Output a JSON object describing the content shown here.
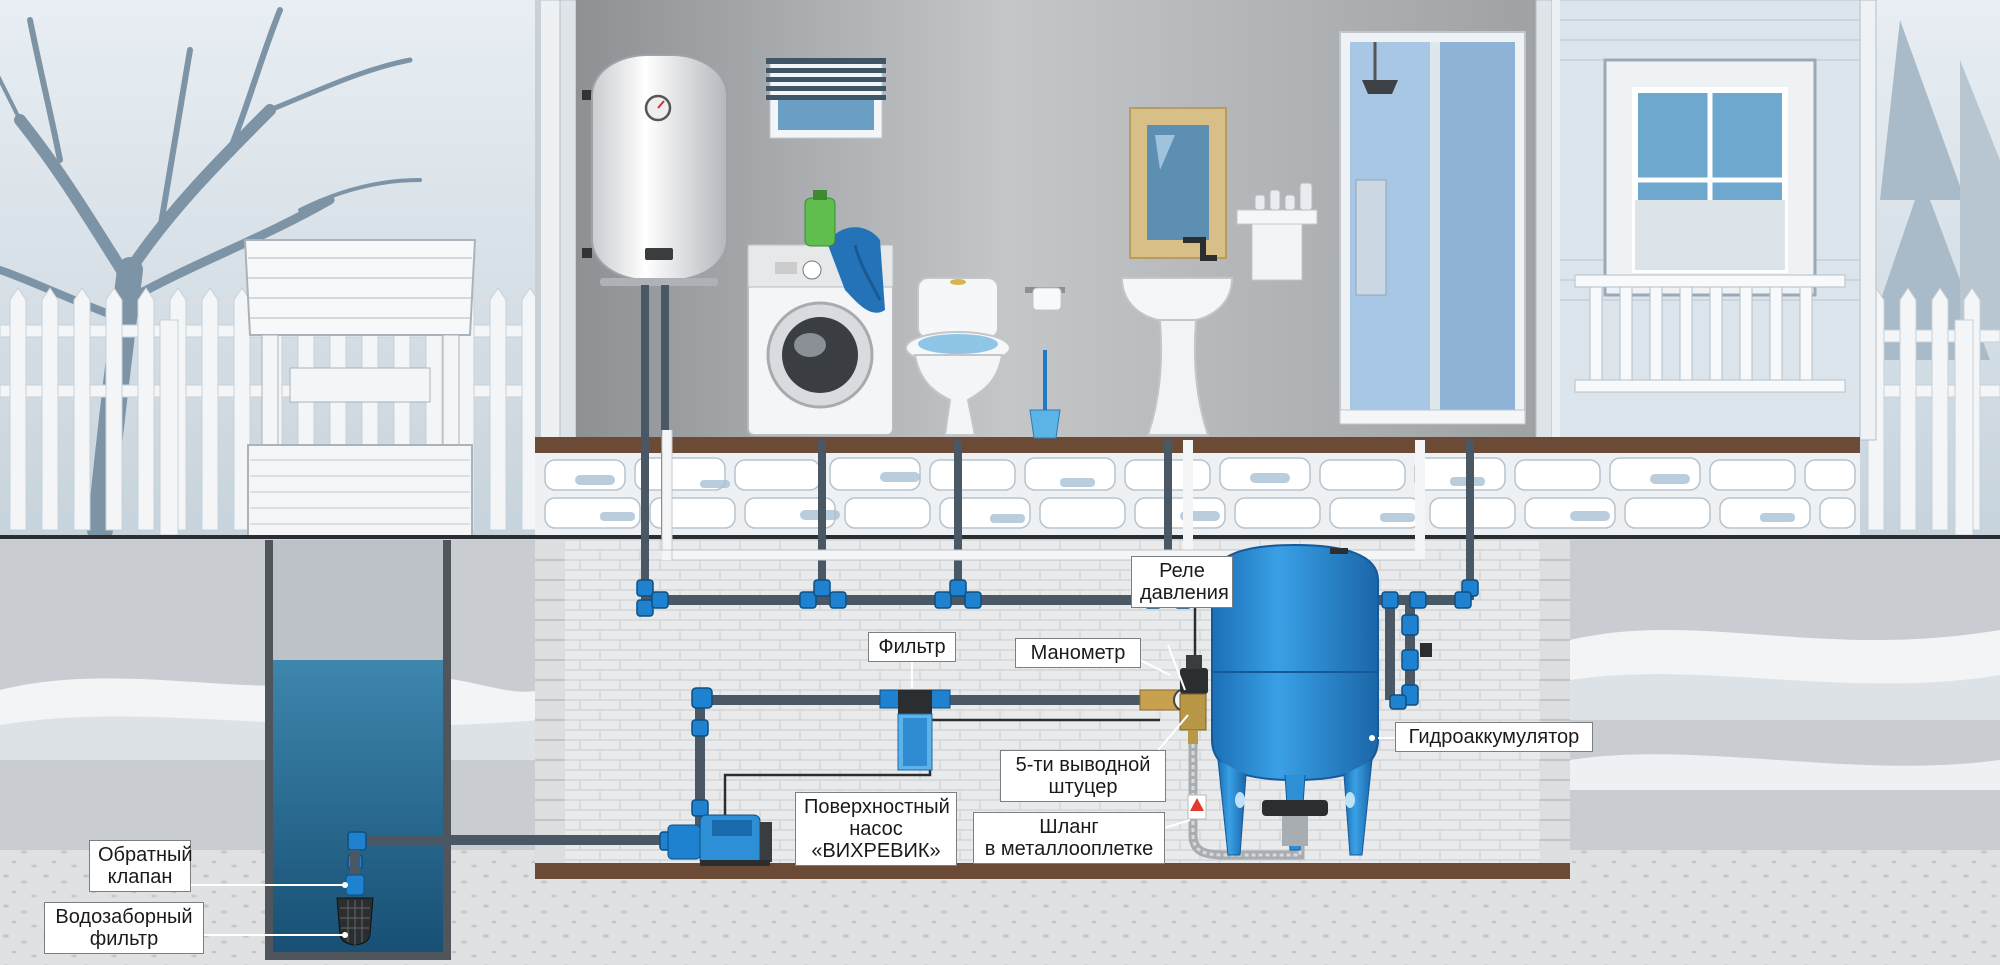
{
  "labels": {
    "pressure_relay": [
      "Реле",
      "давления"
    ],
    "filter": [
      "Фильтр"
    ],
    "manometer": [
      "Манометр"
    ],
    "accumulator": [
      "Гидроаккумулятор"
    ],
    "fitting": [
      "5-ти выводной",
      "штуцер"
    ],
    "pump": [
      "Поверхностный",
      "насос",
      "«ВИХРЕВИК»"
    ],
    "hose": [
      "Шланг",
      "в металлооплетке"
    ],
    "check_valve": [
      "Обратный",
      "клапан"
    ],
    "intake_filter": [
      "Водозаборный",
      "фильтр"
    ]
  },
  "colors": {
    "pipe": "#4a5865",
    "fitting_blue": "#1f82d0",
    "tank_blue": "#2d8fd6",
    "water": "#2f7fa6",
    "floor_wood": "#6b4a36",
    "wall_gray": "#a9acaf",
    "snow": "#f2f4f6"
  },
  "icons": [
    "boiler-icon",
    "washing-machine-icon",
    "toilet-icon",
    "sink-icon",
    "shower-cabin-icon",
    "tree-icon",
    "well-icon",
    "fence-icon",
    "window-icon",
    "mirror-icon",
    "toilet-brush-icon",
    "detergent-bottle-icon"
  ]
}
